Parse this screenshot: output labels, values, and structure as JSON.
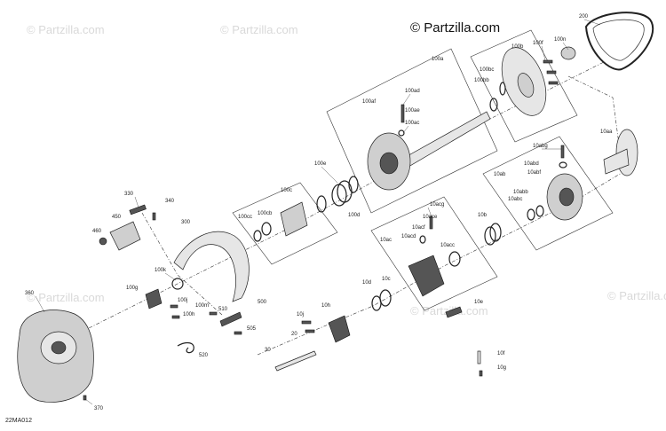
{
  "watermark": "© Partzilla.com",
  "brand": "© Partzilla.com",
  "diagram_code": "22MA012",
  "callouts": {
    "c200": "200",
    "c100n": "100n",
    "c100f": "100f",
    "c100b": "100b",
    "c100a": "100a",
    "c100bc": "100bc",
    "c100bb": "100bb",
    "c100af": "100af",
    "c100ad": "100ad",
    "c100ae": "100ae",
    "c100ac": "100ac",
    "c10aa": "10aa",
    "c10abg": "10abg",
    "c10abd": "10abd",
    "c10abf": "10abf",
    "c10ab": "10ab",
    "c10abb": "10abb",
    "c10abc": "10abc",
    "c100e": "100e",
    "c100c": "100c",
    "c100cc": "100cc",
    "c100cb": "100cb",
    "c100d": "100d",
    "c10acg": "10acg",
    "c10ace": "10ace",
    "c10acf": "10acf",
    "c10acd": "10acd",
    "c10ac": "10ac",
    "c10acc": "10acc",
    "c10b": "10b",
    "c330": "330",
    "c340": "340",
    "c450": "450",
    "c460": "460",
    "c300": "300",
    "c100k": "100k",
    "c100g": "100g",
    "c100j": "100j",
    "c100m": "100m",
    "c100h": "100h",
    "c510": "510",
    "c500": "500",
    "c505": "505",
    "c520": "520",
    "c10d": "10d",
    "c10c": "10c",
    "c10h": "10h",
    "c10j": "10j",
    "c20": "20",
    "c30": "30",
    "c10e": "10e",
    "c10f": "10f",
    "c10g": "10g",
    "c360": "360",
    "c370": "370"
  }
}
